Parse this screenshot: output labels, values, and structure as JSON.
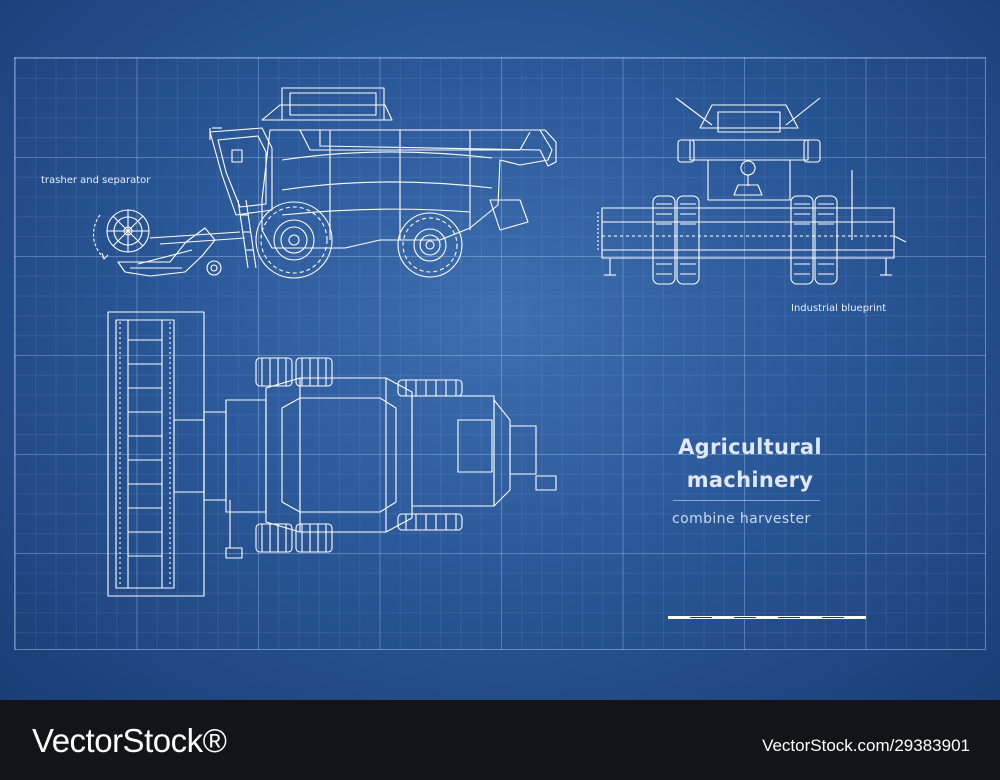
{
  "labels": {
    "thresher": "trasher and separator",
    "blueprint": "Industrial blueprint"
  },
  "title": {
    "line1": "Agricultural",
    "line2": "machinery",
    "subtitle": "combine harvester"
  },
  "footer": {
    "brand": "VectorStock®",
    "brand_logo_text": "VectorStock",
    "image_id": "VectorStock.com/29383901"
  },
  "colors": {
    "background": "#2b5898",
    "line": "#ffffff",
    "footer": "#111418"
  }
}
